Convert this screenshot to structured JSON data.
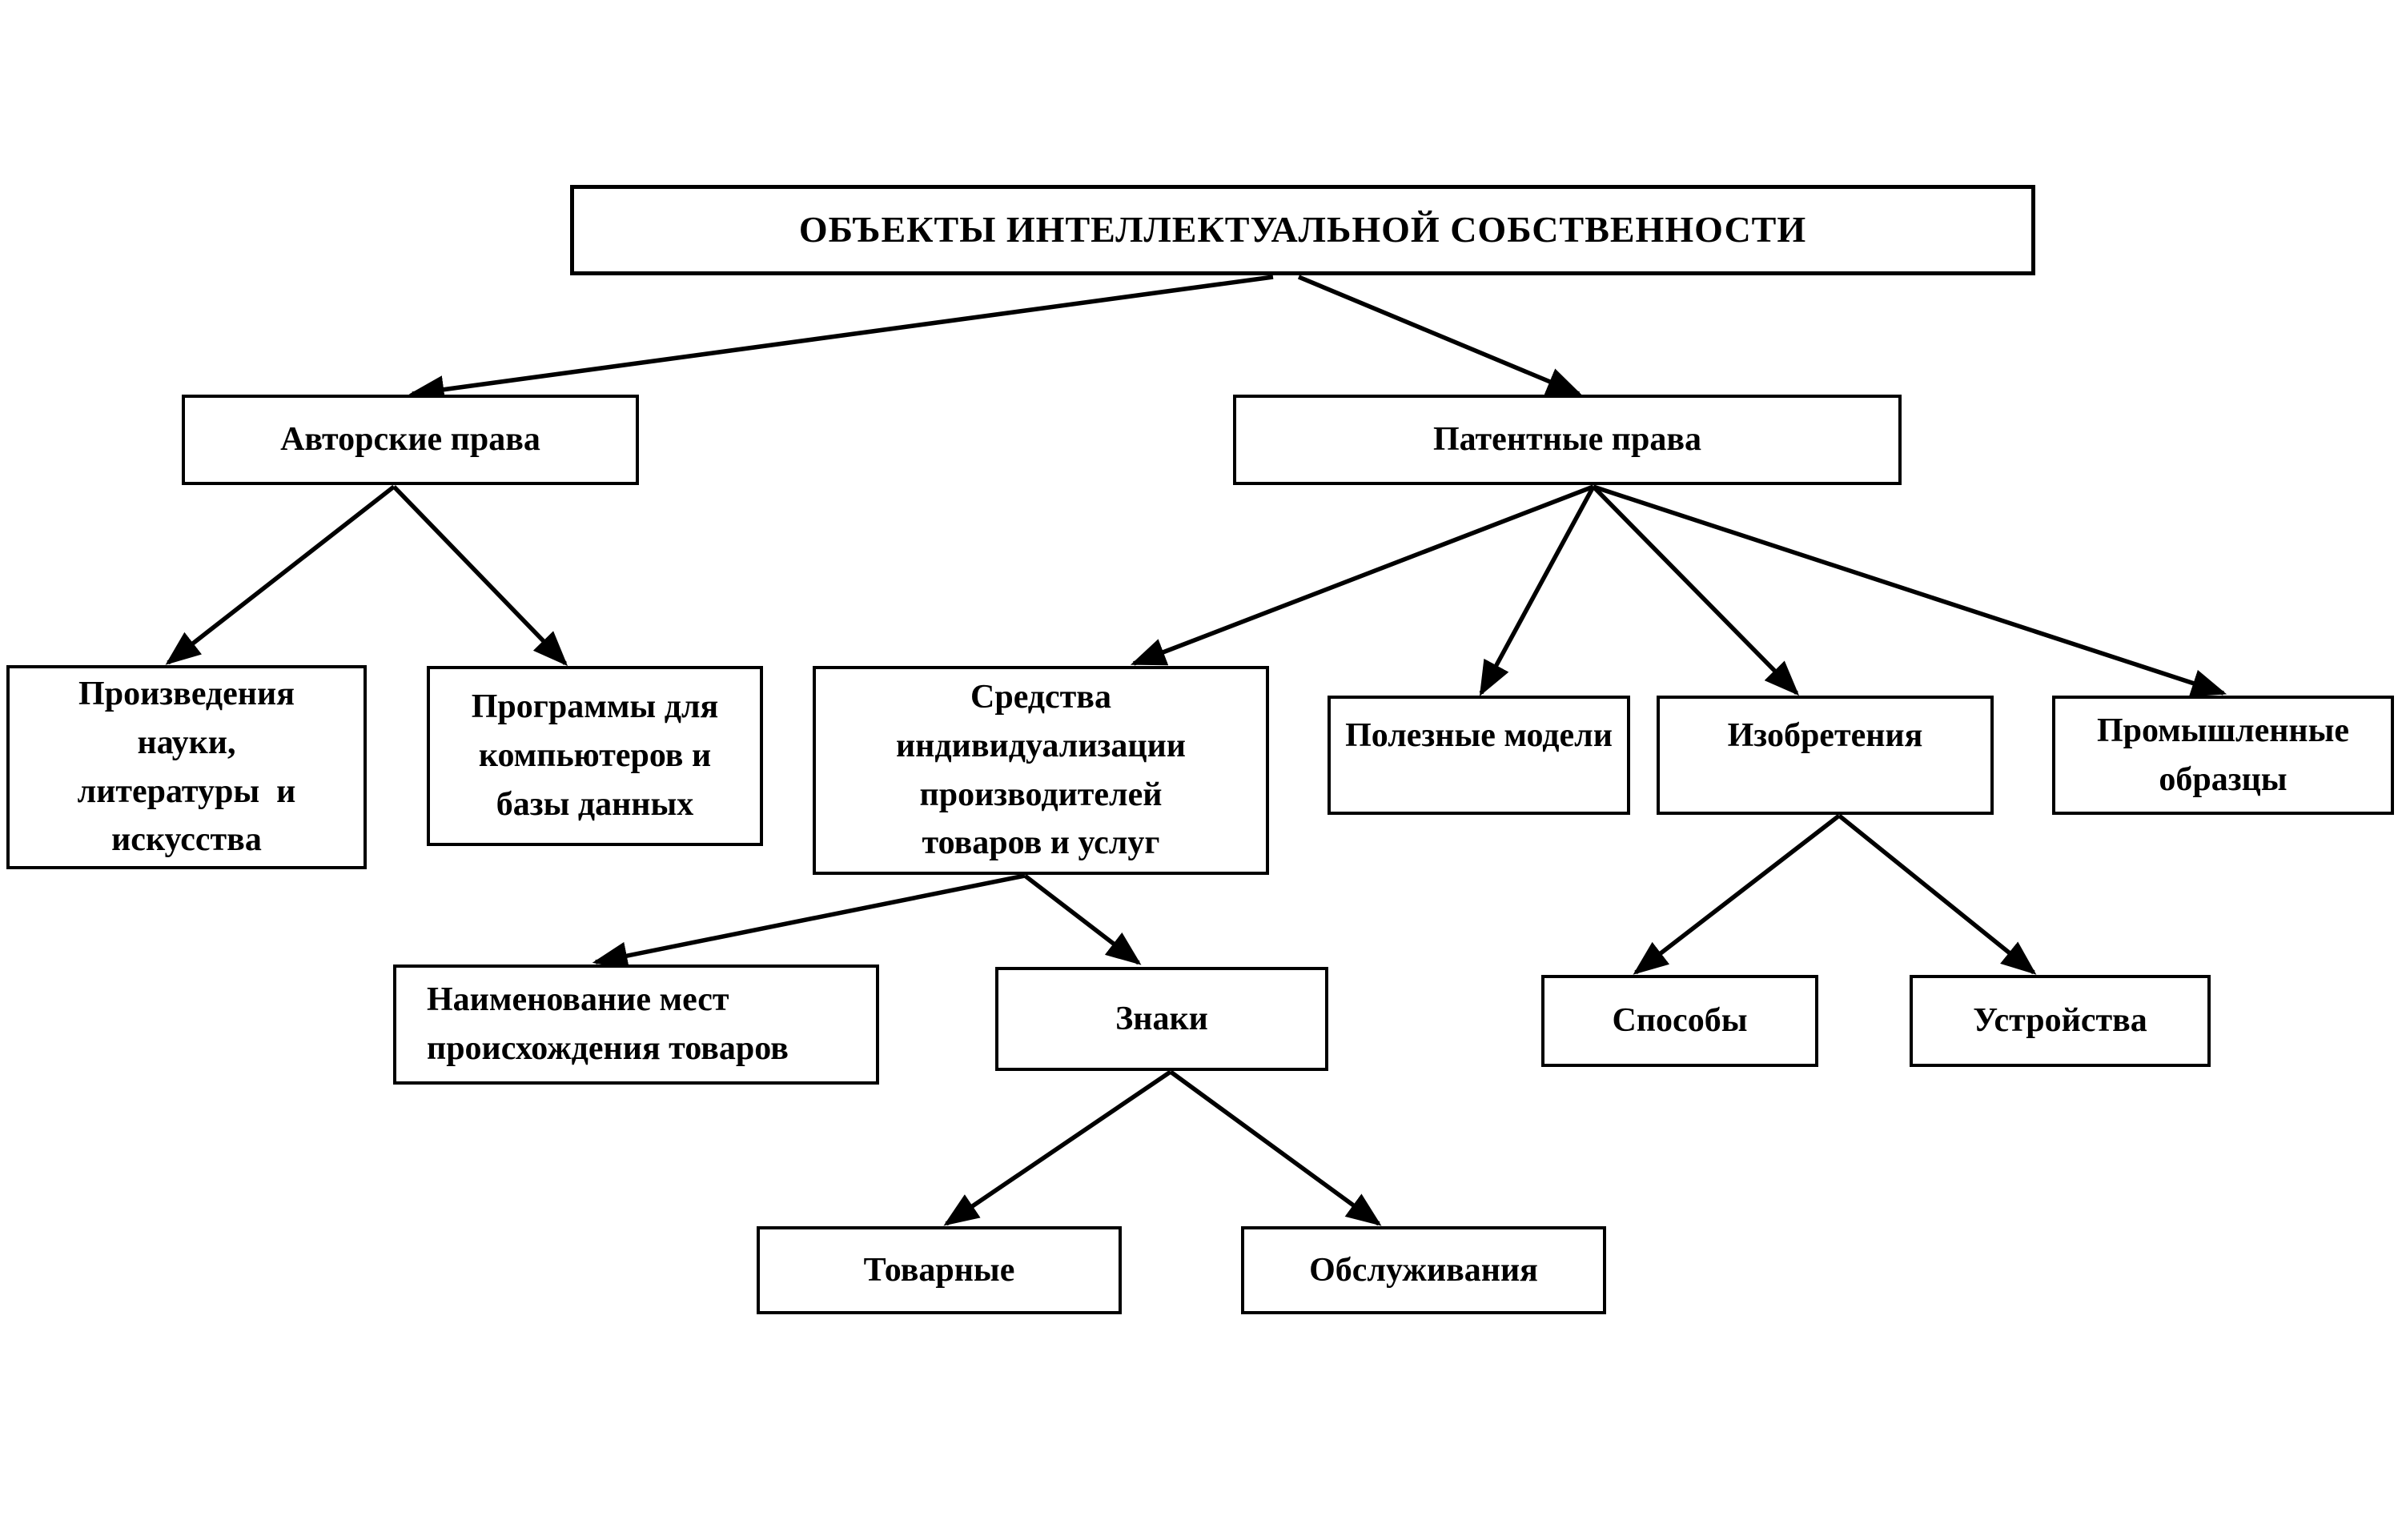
{
  "diagram_type": "hierarchy-flowchart",
  "colors": {
    "background": "#ffffff",
    "box_border": "#000000",
    "text": "#000000",
    "arrow": "#000000"
  },
  "nodes": {
    "root": {
      "label": "ОБЪЕКТЫ ИНТЕЛЛЕКТУАЛЬНОЙ СОБСТВЕННОСТИ"
    },
    "copyright": {
      "label": "Авторские права"
    },
    "patent": {
      "label": "Патентные права"
    },
    "works": {
      "label": "Произведения\nнауки,\nлитературы  и\nискусства"
    },
    "software": {
      "label": "Программы для\nкомпьютеров и\nбазы данных"
    },
    "individualization": {
      "label": "Средства\nиндивидуализации\nпроизводителей\nтоваров и услуг"
    },
    "utility_models": {
      "label": "Полезные модели"
    },
    "inventions": {
      "label": "Изобретения"
    },
    "industrial_designs": {
      "label": "Промышленные\nобразцы"
    },
    "appellations_of_origin": {
      "label": "Наименование мест\nпроисхождения товаров"
    },
    "marks": {
      "label": "Знаки"
    },
    "methods": {
      "label": "Способы"
    },
    "devices": {
      "label": "Устройства"
    },
    "trademarks": {
      "label": "Товарные"
    },
    "service_marks": {
      "label": "Обслуживания"
    }
  },
  "edges": [
    {
      "from": "root",
      "to": "copyright"
    },
    {
      "from": "root",
      "to": "patent"
    },
    {
      "from": "copyright",
      "to": "works"
    },
    {
      "from": "copyright",
      "to": "software"
    },
    {
      "from": "patent",
      "to": "individualization"
    },
    {
      "from": "patent",
      "to": "utility_models"
    },
    {
      "from": "patent",
      "to": "inventions"
    },
    {
      "from": "patent",
      "to": "industrial_designs"
    },
    {
      "from": "individualization",
      "to": "appellations_of_origin"
    },
    {
      "from": "individualization",
      "to": "marks"
    },
    {
      "from": "inventions",
      "to": "methods"
    },
    {
      "from": "inventions",
      "to": "devices"
    },
    {
      "from": "marks",
      "to": "trademarks"
    },
    {
      "from": "marks",
      "to": "service_marks"
    }
  ]
}
